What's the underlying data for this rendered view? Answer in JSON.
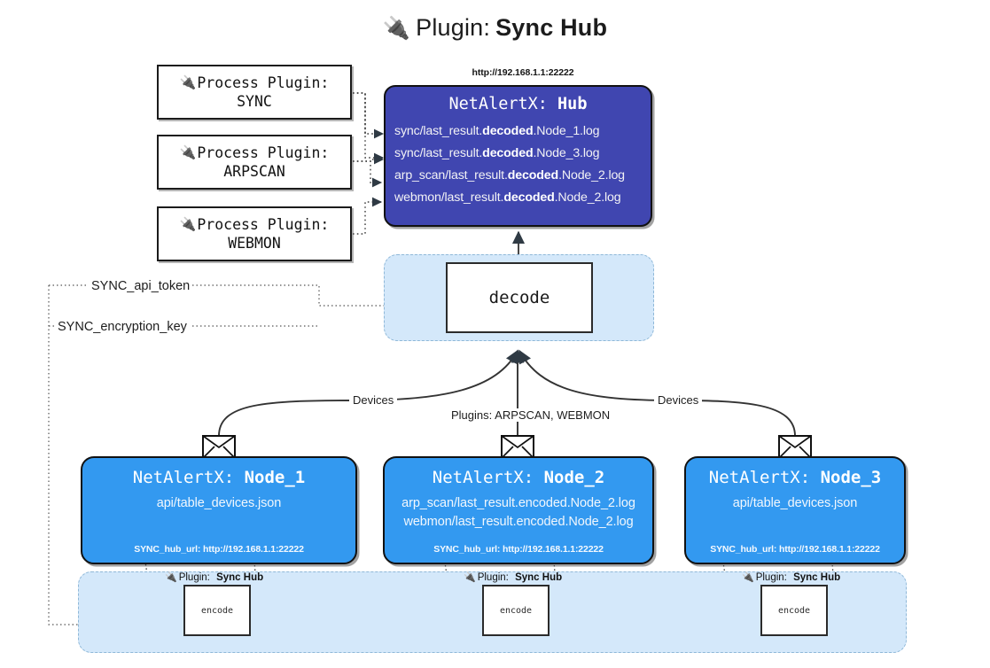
{
  "title": {
    "icon": "plug-icon",
    "prefix": "Plugin:",
    "name": "Sync Hub"
  },
  "process_plugins": [
    {
      "icon": "plug-icon",
      "line1": "Process Plugin:",
      "line2": "SYNC"
    },
    {
      "icon": "plug-icon",
      "line1": "Process Plugin:",
      "line2": "ARPSCAN"
    },
    {
      "icon": "plug-icon",
      "line1": "Process Plugin:",
      "line2": "WEBMON"
    }
  ],
  "hub": {
    "url": "http://192.168.1.1:22222",
    "title_prefix": "NetAlertX:",
    "title_name": "Hub",
    "logs": [
      {
        "pre": "sync/last_result.",
        "em": "decoded",
        "post": ".Node_1.log"
      },
      {
        "pre": "sync/last_result.",
        "em": "decoded",
        "post": ".Node_3.log"
      },
      {
        "pre": "arp_scan/last_result.",
        "em": "decoded",
        "post": ".Node_2.log"
      },
      {
        "pre": "webmon/last_result.",
        "em": "decoded",
        "post": ".Node_2.log"
      }
    ]
  },
  "decode": {
    "label": "decode"
  },
  "config_labels": {
    "api_token": "SYNC_api_token",
    "encryption_key": "SYNC_encryption_key"
  },
  "flow_labels": {
    "devices_left": "Devices",
    "devices_right": "Devices",
    "plugins_center": "Plugins: ARPSCAN, WEBMON"
  },
  "nodes": [
    {
      "icon": "envelope-icon",
      "title_prefix": "NetAlertX:",
      "title_name": "Node_1",
      "lines": [
        "api/table_devices.json"
      ],
      "footer": "SYNC_hub_url: http://192.168.1.1:22222"
    },
    {
      "icon": "envelope-icon",
      "title_prefix": "NetAlertX:",
      "title_name": "Node_2",
      "lines": [
        "arp_scan/last_result.encoded.Node_2.log",
        "webmon/last_result.encoded.Node_2.log"
      ],
      "footer": "SYNC_hub_url: http://192.168.1.1:22222"
    },
    {
      "icon": "envelope-icon",
      "title_prefix": "NetAlertX:",
      "title_name": "Node_3",
      "lines": [
        "api/table_devices.json"
      ],
      "footer": "SYNC_hub_url: http://192.168.1.1:22222"
    }
  ],
  "encoders": [
    {
      "icon": "plug-icon",
      "label_prefix": "Plugin:",
      "label_name": "Sync Hub",
      "box": "encode"
    },
    {
      "icon": "plug-icon",
      "label_prefix": "Plugin:",
      "label_name": "Sync Hub",
      "box": "encode"
    },
    {
      "icon": "plug-icon",
      "label_prefix": "Plugin:",
      "label_name": "Sync Hub",
      "box": "encode"
    }
  ],
  "colors": {
    "hub_fill": "#4046b0",
    "node_fill": "#3399f0",
    "zone_fill": "#d4e8fa",
    "zone_border": "#8fb8d8",
    "stroke": "#333333",
    "background": "#ffffff"
  }
}
